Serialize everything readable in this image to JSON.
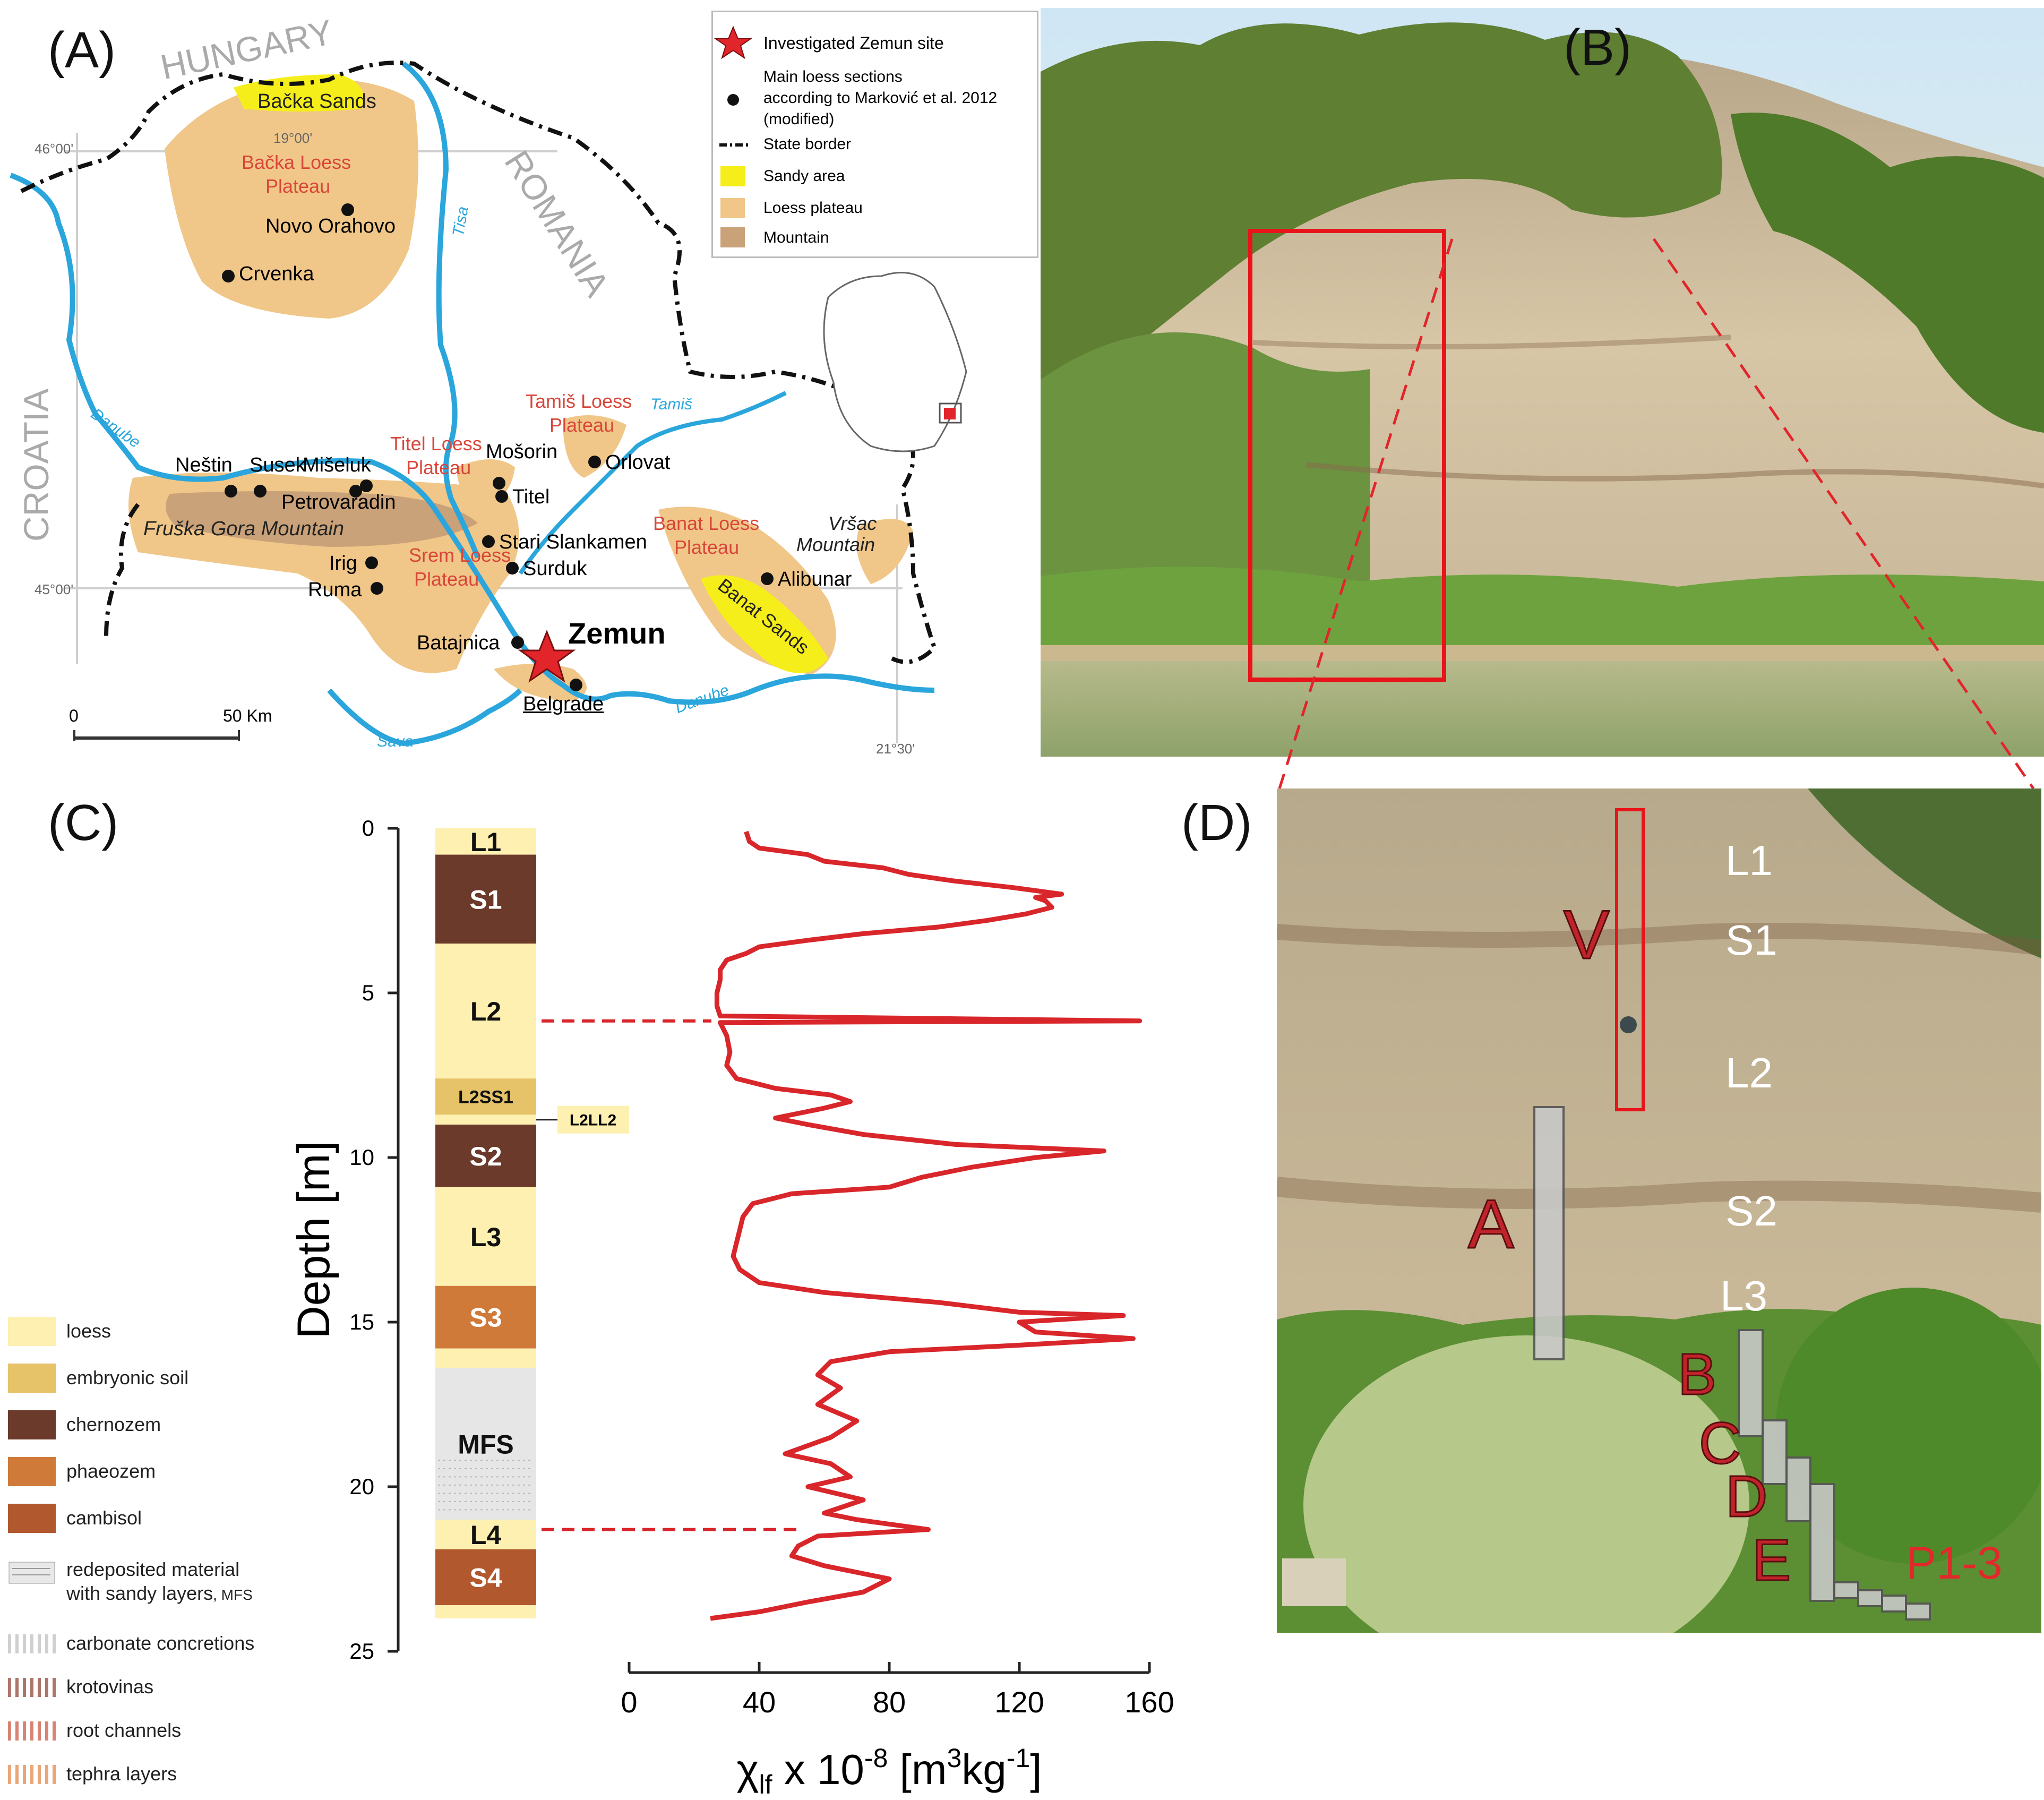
{
  "panel_labels": {
    "a": "(A)",
    "b": "(B)",
    "c": "(C)",
    "d": "(D)"
  },
  "map": {
    "countries": {
      "hungary": "HUNGARY",
      "romania": "ROMANIA",
      "croatia": "CROATIA"
    },
    "coords": {
      "lon1": "19°00'",
      "lon2": "21°30'",
      "lat1": "46°00'",
      "lat2": "45°00'"
    },
    "rivers": {
      "tisa": "Tisa",
      "danube1": "Danube",
      "danube2": "Danube",
      "tamis": "Tamiš",
      "sava": "Sava"
    },
    "regions": {
      "backa_sands": "Bačka Sands",
      "backa_loess": [
        "Bačka Loess",
        "Plateau"
      ],
      "titel_loess": [
        "Titel Loess",
        "Plateau"
      ],
      "tamis_loess": [
        "Tamiš Loess",
        "Plateau"
      ],
      "fruska_gora": "Fruška Gora Mountain",
      "srem_loess": [
        "Srem Loess",
        "Plateau"
      ],
      "banat_loess": [
        "Banat Loess",
        "Plateau"
      ],
      "banat_sands": "Banat Sands",
      "vrsac": [
        "Vršac",
        "Mountain"
      ]
    },
    "sites": {
      "novo_orahovo": "Novo Orahovo",
      "crvenka": "Crvenka",
      "nestin": "Neštin",
      "susek": "Susek",
      "miseluk": "Mišeluk",
      "petrovaradin": "Petrovaradin",
      "mosorin": "Mošorin",
      "titel": "Titel",
      "orlovat": "Orlovat",
      "stari_slankamen": "Stari Slankamen",
      "surduk": "Surduk",
      "irig": "Irig",
      "ruma": "Ruma",
      "alibunar": "Alibunar",
      "batajnica": "Batajnica",
      "belgrade": "Belgrade",
      "zemun": "Zemun"
    },
    "scale": {
      "zero": "0",
      "fifty": "50 Km"
    },
    "legend": {
      "zemun": "Investigated Zemun site",
      "sections": [
        "Main loess sections",
        "according to Marković et al. 2012",
        "(modified)"
      ],
      "border": "State border",
      "sandy": "Sandy area",
      "loess": "Loess plateau",
      "mountain": "Mountain"
    },
    "colors": {
      "river": "#2aa6dc",
      "loess": "#f0c788",
      "sandy": "#f6ee1a",
      "mountain": "#c9a27a",
      "star": "#e2242b"
    }
  },
  "profile": {
    "units": [
      {
        "label": "L1",
        "from": 0,
        "to": 0.8,
        "color": "#fdf0b0"
      },
      {
        "label": "S1",
        "from": 0.8,
        "to": 3.5,
        "color": "#6b3a2a"
      },
      {
        "label": "L2",
        "from": 3.5,
        "to": 7.6,
        "color": "#fdf0b0"
      },
      {
        "label": "L2SS1",
        "from": 7.6,
        "to": 8.7,
        "color": "#e6c268"
      },
      {
        "label": "",
        "from": 8.7,
        "to": 9.0,
        "color": "#fdf0b0"
      },
      {
        "label": "S2",
        "from": 9.0,
        "to": 10.9,
        "color": "#6b3a2a"
      },
      {
        "label": "L3",
        "from": 10.9,
        "to": 13.9,
        "color": "#fdf0b0"
      },
      {
        "label": "S3",
        "from": 13.9,
        "to": 15.8,
        "color": "#d07a3a"
      },
      {
        "label": "",
        "from": 15.8,
        "to": 16.4,
        "color": "#fdf0b0"
      },
      {
        "label": "MFS",
        "from": 16.4,
        "to": 21.0,
        "color": "#e6e6e6"
      },
      {
        "label": "L4",
        "from": 21.0,
        "to": 21.9,
        "color": "#fdf0b0"
      },
      {
        "label": "S4",
        "from": 21.9,
        "to": 23.6,
        "color": "#b2582e"
      },
      {
        "label": "",
        "from": 23.6,
        "to": 24.0,
        "color": "#fdf0b0"
      }
    ],
    "callout": "L2LL2",
    "legend": [
      {
        "label": "loess",
        "color": "#fdf0b0"
      },
      {
        "label": "embryonic soil",
        "color": "#e6c268"
      },
      {
        "label": "chernozem",
        "color": "#6b3a2a"
      },
      {
        "label": "phaeozem",
        "color": "#d07a3a"
      },
      {
        "label": "cambisol",
        "color": "#b2582e"
      }
    ],
    "legend_redeposited": "redeposited material",
    "legend_redeposited2": "with sandy layers",
    "legend_redeposited_abbr": ", MFS",
    "legend_symbols": [
      "carbonate concretions",
      "krotovinas",
      "root channels",
      "tephra layers"
    ]
  },
  "chart_data": {
    "type": "line",
    "ylabel": "Depth [m]",
    "xlabel": "χlf x 10-8 [m3kg-1]",
    "xlabel_parts": {
      "chi": "χ",
      "sub": "lf",
      "mid": " x 10",
      "exp": "-8",
      "open": " [m",
      "cube": "3",
      "tail": "kg",
      "exp2": "-1",
      "close": "]"
    },
    "xlim": [
      0,
      160
    ],
    "ylim": [
      0,
      25
    ],
    "xticks": [
      0,
      40,
      80,
      120,
      160
    ],
    "yticks": [
      0,
      5,
      10,
      15,
      20,
      25
    ],
    "series": [
      {
        "color": "#d8262b",
        "points": [
          [
            0.1,
            36
          ],
          [
            0.4,
            37
          ],
          [
            0.6,
            40
          ],
          [
            0.8,
            55
          ],
          [
            1.0,
            60
          ],
          [
            1.2,
            78
          ],
          [
            1.4,
            86
          ],
          [
            1.6,
            100
          ],
          [
            1.8,
            118
          ],
          [
            2.0,
            133
          ],
          [
            2.1,
            125
          ],
          [
            2.2,
            128
          ],
          [
            2.4,
            130
          ],
          [
            2.6,
            122
          ],
          [
            2.8,
            110
          ],
          [
            3.0,
            95
          ],
          [
            3.2,
            72
          ],
          [
            3.4,
            55
          ],
          [
            3.6,
            40
          ],
          [
            3.8,
            36
          ],
          [
            4.0,
            30
          ],
          [
            4.3,
            28
          ],
          [
            4.6,
            28
          ],
          [
            5.0,
            27
          ],
          [
            5.4,
            27
          ],
          [
            5.7,
            28
          ],
          [
            5.85,
            157
          ],
          [
            5.9,
            28
          ],
          [
            6.3,
            30
          ],
          [
            6.8,
            31
          ],
          [
            7.2,
            30
          ],
          [
            7.6,
            33
          ],
          [
            7.9,
            45
          ],
          [
            8.1,
            62
          ],
          [
            8.3,
            68
          ],
          [
            8.5,
            60
          ],
          [
            8.8,
            45
          ],
          [
            9.0,
            55
          ],
          [
            9.3,
            72
          ],
          [
            9.6,
            100
          ],
          [
            9.8,
            146
          ],
          [
            10.0,
            125
          ],
          [
            10.3,
            105
          ],
          [
            10.6,
            90
          ],
          [
            10.9,
            80
          ],
          [
            11.1,
            50
          ],
          [
            11.4,
            38
          ],
          [
            11.8,
            35
          ],
          [
            12.2,
            34
          ],
          [
            12.6,
            33
          ],
          [
            13.0,
            32
          ],
          [
            13.4,
            34
          ],
          [
            13.8,
            40
          ],
          [
            14.1,
            60
          ],
          [
            14.4,
            95
          ],
          [
            14.7,
            120
          ],
          [
            14.8,
            152
          ],
          [
            15.0,
            120
          ],
          [
            15.3,
            125
          ],
          [
            15.5,
            155
          ],
          [
            15.7,
            120
          ],
          [
            15.9,
            80
          ],
          [
            16.2,
            62
          ],
          [
            16.6,
            58
          ],
          [
            17.0,
            65
          ],
          [
            17.5,
            58
          ],
          [
            18.0,
            70
          ],
          [
            18.5,
            62
          ],
          [
            19.0,
            48
          ],
          [
            19.3,
            62
          ],
          [
            19.7,
            68
          ],
          [
            20.0,
            55
          ],
          [
            20.4,
            72
          ],
          [
            20.8,
            60
          ],
          [
            21.0,
            70
          ],
          [
            21.3,
            92
          ],
          [
            21.5,
            58
          ],
          [
            21.8,
            52
          ],
          [
            22.1,
            50
          ],
          [
            22.4,
            60
          ],
          [
            22.8,
            80
          ],
          [
            23.2,
            72
          ],
          [
            23.5,
            55
          ],
          [
            23.8,
            40
          ],
          [
            24.0,
            25
          ]
        ]
      }
    ],
    "dashed_depths": [
      5.85,
      21.3
    ]
  },
  "photo_d": {
    "units": [
      "L1",
      "S1",
      "L2",
      "S2",
      "L3"
    ],
    "sections": [
      "V",
      "A",
      "B",
      "C",
      "D",
      "E",
      "P1-3"
    ]
  }
}
